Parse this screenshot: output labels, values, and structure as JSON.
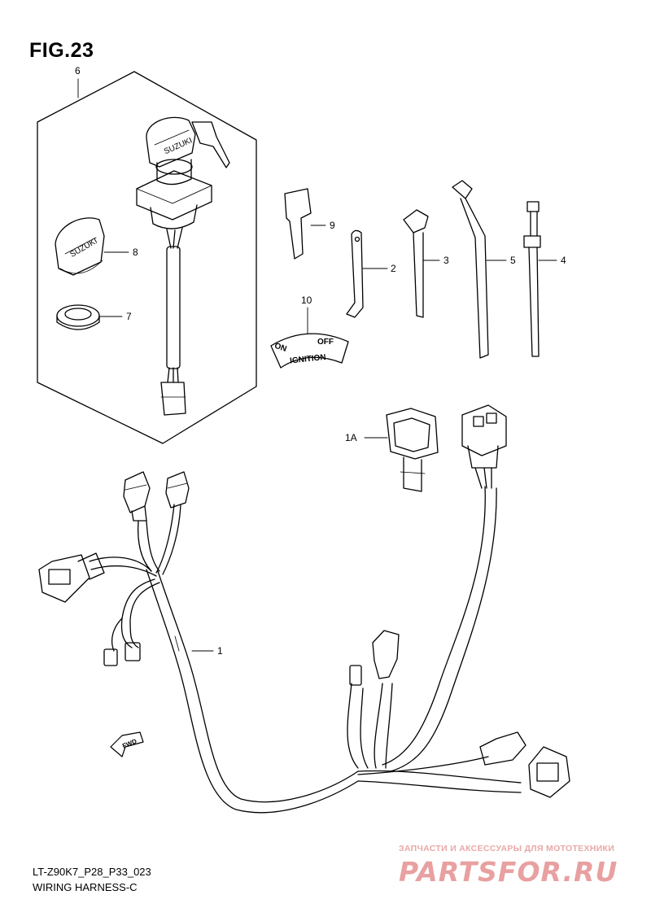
{
  "figure": {
    "title": "FIG.23",
    "code": "LT-Z90K7_P28_P33_023",
    "name": "WIRING HARNESS-C"
  },
  "callouts": {
    "c6": "6",
    "c8": "8",
    "c7": "7",
    "c9": "9",
    "c10": "10",
    "c2": "2",
    "c3": "3",
    "c5": "5",
    "c4": "4",
    "c1A": "1A",
    "c1": "1"
  },
  "ignition_plate": {
    "on": "ON",
    "off": "OFF",
    "ignition": "IGNITION"
  },
  "key_brand": "SUZUKI",
  "fwd_label": "FWD",
  "watermark": {
    "tagline": "ЗАПЧАСТИ И АКСЕССУАРЫ ДЛЯ МОТОТЕХНИКИ",
    "logo": "PARTSFOR.RU"
  }
}
